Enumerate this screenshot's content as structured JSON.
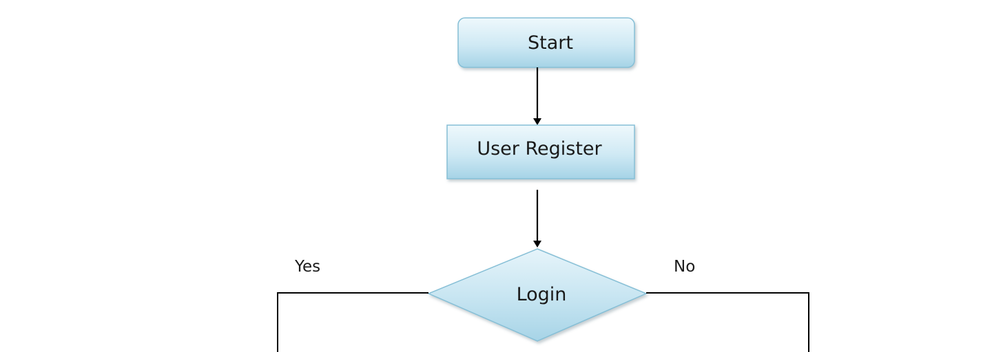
{
  "nodes": {
    "start": {
      "label": "Start"
    },
    "register": {
      "label": "User Register"
    },
    "login": {
      "label": "Login"
    }
  },
  "branches": {
    "yes": "Yes",
    "no": "No"
  },
  "colors": {
    "node_fill_light": "#e9f6fb",
    "node_fill_dark": "#a9d6e8",
    "node_stroke": "#7bb7d0",
    "line": "#000000"
  }
}
